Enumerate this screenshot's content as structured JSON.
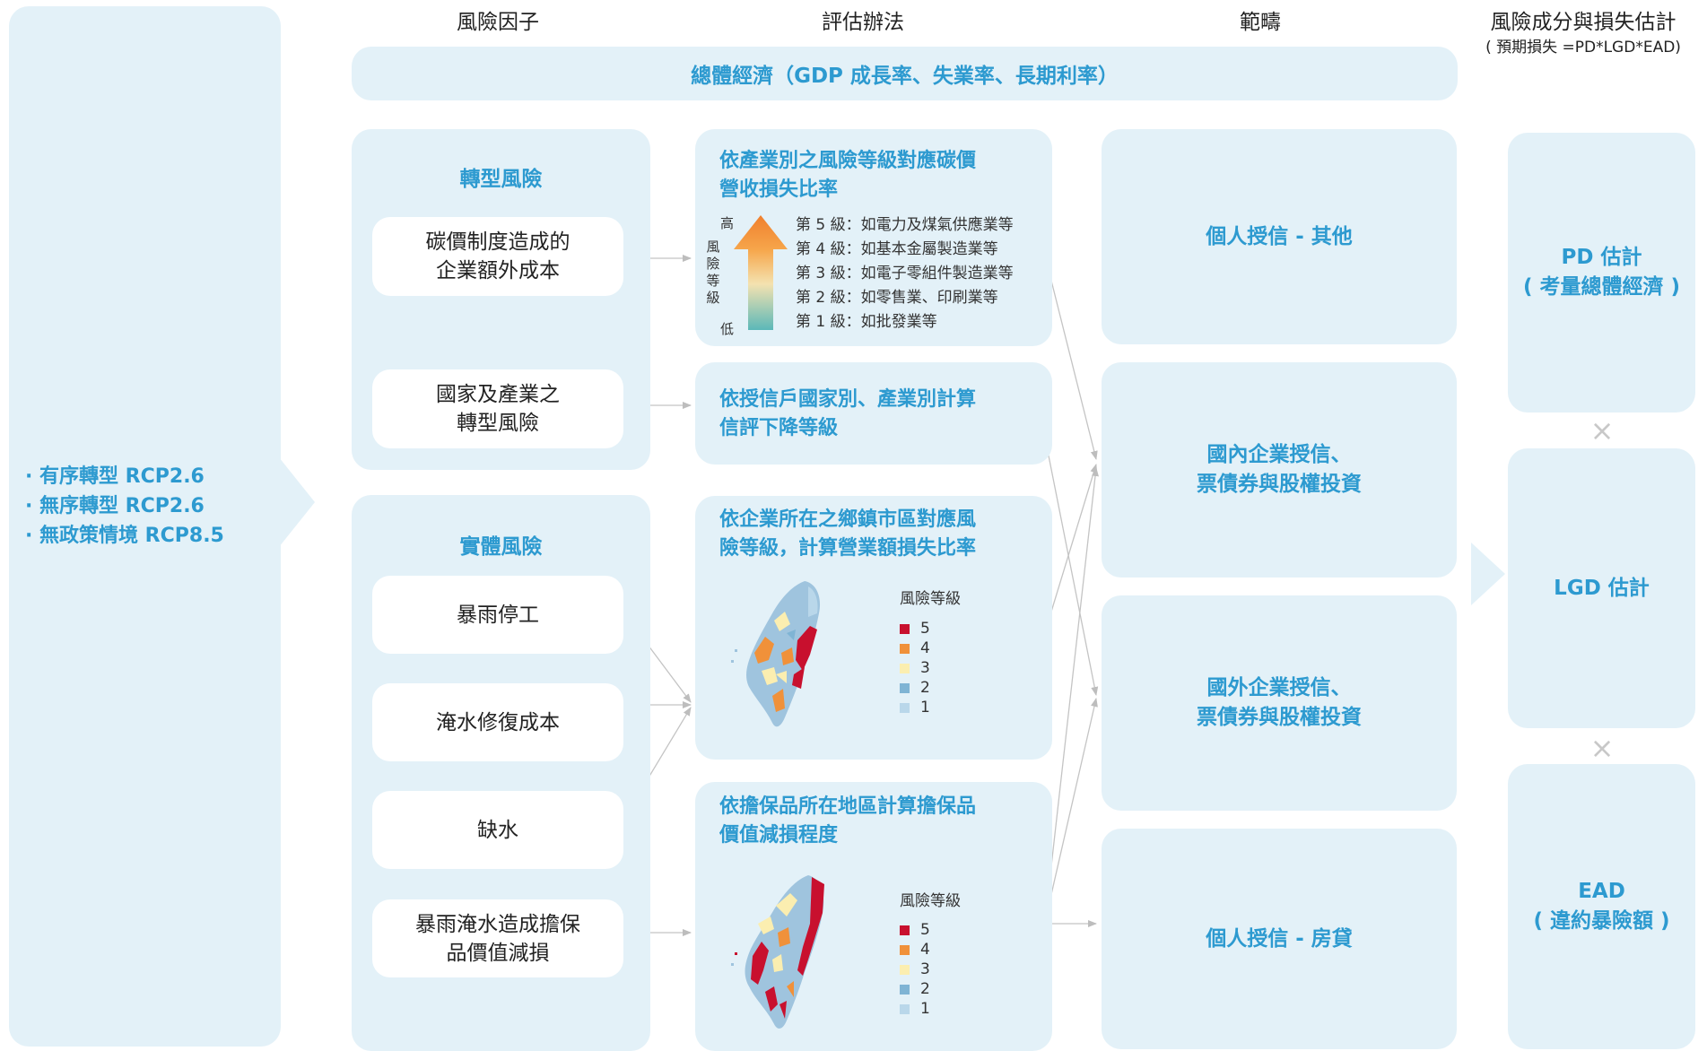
{
  "headers": {
    "col1": "風險因子",
    "col2": "評估辦法",
    "col3": "範疇",
    "col4": "風險成分與損失估計",
    "col4_sub": "( 預期損失 =PD*LGD*EAD)"
  },
  "scenarios": [
    "· 有序轉型 RCP2.6",
    "· 無序轉型 RCP2.6",
    "· 無政策情境 RCP8.5"
  ],
  "macro_bar": "總體經濟（GDP 成長率、失業率、長期利率）",
  "transition": {
    "title": "轉型風險",
    "items": [
      "碳價制度造成的\n企業額外成本",
      "國家及產業之\n轉型風險"
    ]
  },
  "physical": {
    "title": "實體風險",
    "items": [
      "暴雨停工",
      "淹水修復成本",
      "缺水",
      "暴雨淹水造成擔保\n品價值減損"
    ]
  },
  "methods": {
    "m1": {
      "title": "依產業別之風險等級對應碳價\n營收損失比率",
      "arrow_high": "高",
      "arrow_low": "低",
      "arrow_label": [
        "風",
        "險",
        "等",
        "級"
      ],
      "levels": [
        "第 5 級：如電力及煤氣供應業等",
        "第 4 級：如基本金屬製造業等",
        "第 3 級：如電子零組件製造業等",
        "第 2 級：如零售業、印刷業等",
        "第 1 級：如批發業等"
      ]
    },
    "m2": {
      "title": "依授信戶國家別、產業別計算\n信評下降等級"
    },
    "m3": {
      "title": "依企業所在之鄉鎮市區對應風\n險等級，計算營業額損失比率",
      "legend_title": "風險等級",
      "legend": [
        "5",
        "4",
        "3",
        "2",
        "1"
      ]
    },
    "m4": {
      "title": "依擔保品所在地區計算擔保品\n價值減損程度",
      "legend_title": "風險等級",
      "legend": [
        "5",
        "4",
        "3",
        "2",
        "1"
      ]
    }
  },
  "legend_colors": [
    "#c8102e",
    "#f0913a",
    "#fbeeb0",
    "#7fb4d4",
    "#b9d7ea"
  ],
  "scopes": [
    "個人授信 - 其他",
    "國內企業授信、\n票債券與股權投資",
    "國外企業授信、\n票債券與股權投資",
    "個人授信 - 房貸"
  ],
  "components": [
    "PD 估計\n( 考量總體經濟 )",
    "LGD 估計",
    "EAD\n( 違約暴險額 )"
  ],
  "multiply_symbol": "×"
}
